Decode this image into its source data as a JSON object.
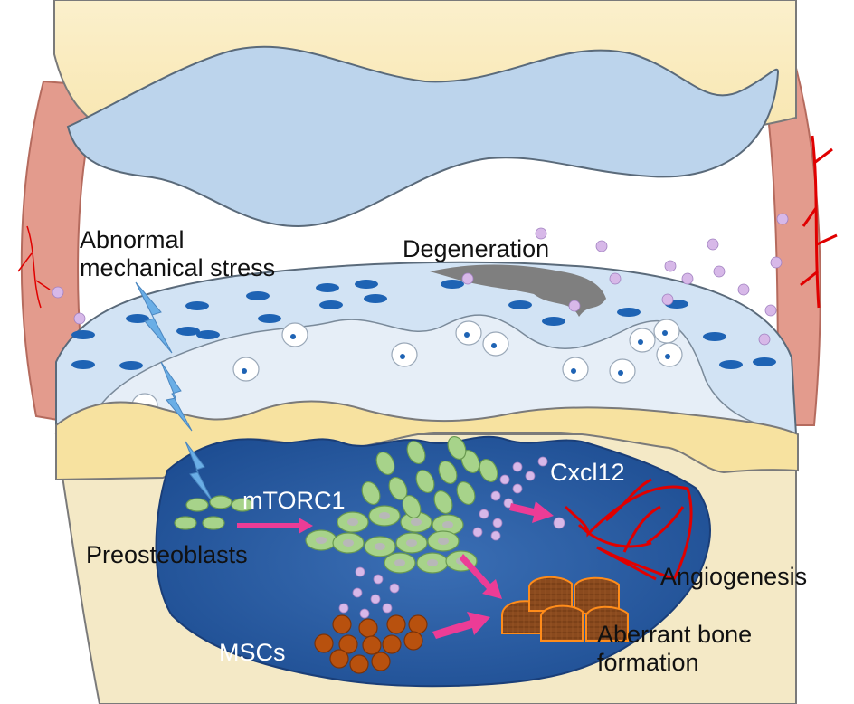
{
  "labels": {
    "stress": "Abnormal\nmechanical stress",
    "degeneration": "Degeneration",
    "mtorc1": "mTORC1",
    "cxcl12": "Cxcl12",
    "preosteoblasts": "Preosteoblasts",
    "angiogenesis": "Angiogenesis",
    "mscs": "MSCs",
    "aberrant": "Aberrant bone\nformation"
  },
  "colors": {
    "upper_bone": "#faeac0",
    "upper_cartilage": "#bcd4ec",
    "lower_cartilage": "#c8dcf0",
    "chondrocyte_nucleus": "#1e63b4",
    "subchondral_plate": "#f7e2a0",
    "lower_bone": "#f4e9c6",
    "marrow": "#2f5fa6",
    "preosteoblast": "#a7d38a",
    "cxcl12_dots": "#d4b6e4",
    "vessel": "#e10000",
    "arrow": "#ec3c96",
    "msc": "#b8510e",
    "bone": "#8a4a1e",
    "lightning": "#6aaee6",
    "synovium": "#e09a8c"
  }
}
